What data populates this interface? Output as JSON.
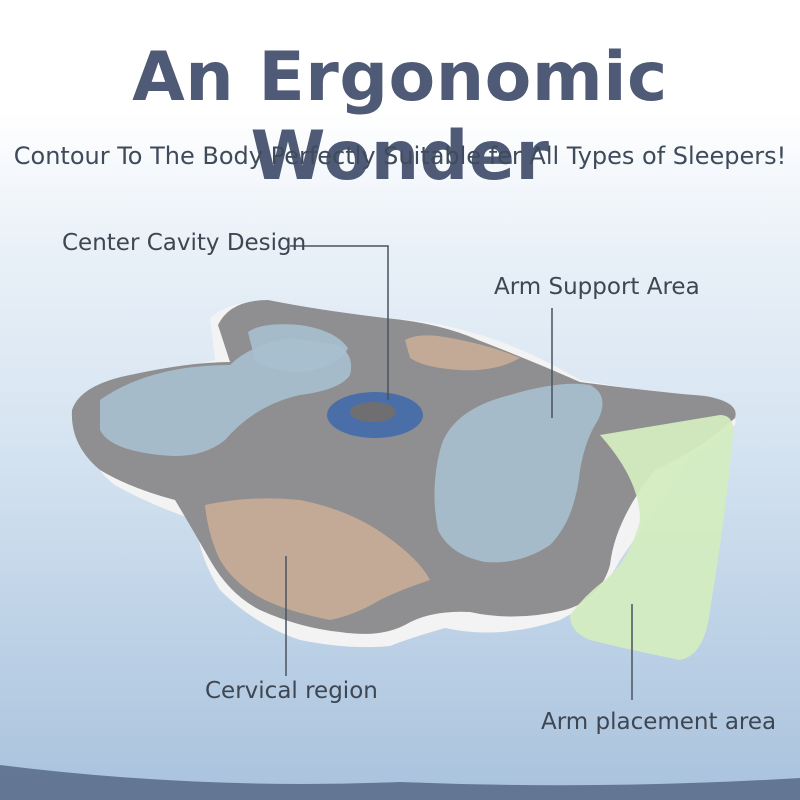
{
  "header": {
    "title": "An Ergonomic Wonder",
    "subtitle": "Contour To The Body Perfectly Suitable fer All Types of Sleepers!"
  },
  "callouts": {
    "center_cavity": "Center Cavity Design",
    "arm_support": "Arm Support Area",
    "cervical": "Cervical region",
    "arm_placement": "Arm placement area"
  },
  "colors": {
    "title": "#4f5a76",
    "pillow": "#8f8f91",
    "zone_blue": "#a9c0cf",
    "zone_tan": "#c9ad98",
    "zone_green": "#d4ecc0",
    "cavity": "#4a6ea8"
  }
}
